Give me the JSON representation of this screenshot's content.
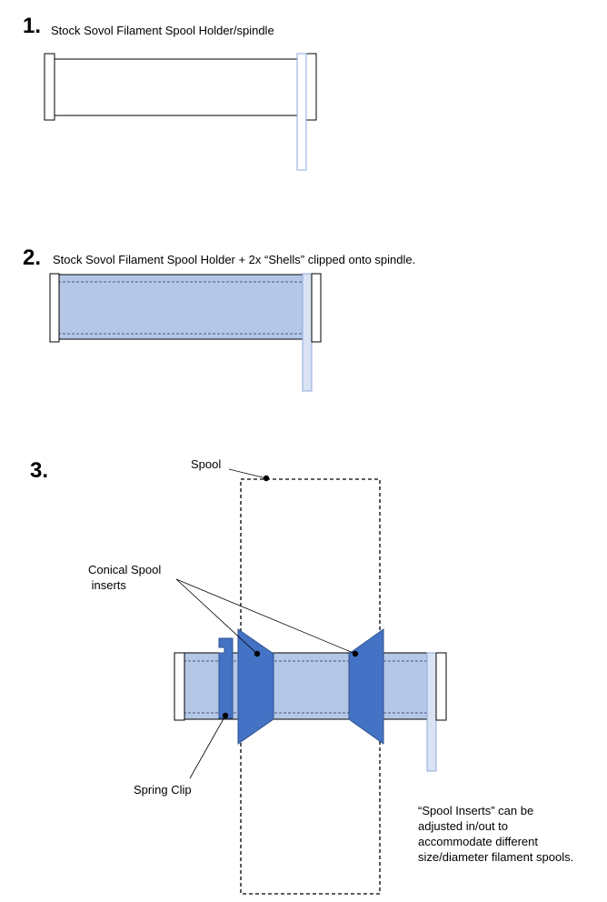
{
  "step1": {
    "number": "1.",
    "caption": "Stock Sovol Filament Spool Holder/spindle"
  },
  "step2": {
    "number": "2.",
    "caption": "Stock Sovol Filament Spool Holder + 2x “Shells” clipped onto spindle."
  },
  "step3": {
    "number": "3.",
    "labels": {
      "spool": "Spool",
      "conical_line1": "Conical Spool",
      "conical_line2": " inserts",
      "spring_clip": "Spring Clip"
    },
    "note": "“Spool Inserts” can be adjusted in/out to accommodate different size/diameter filament spools."
  },
  "colors": {
    "shell_fill": "#b4c7e7",
    "insert_fill": "#4472c4",
    "outline": "#000000",
    "stand_outline": "#8ea9db"
  },
  "icons": {
    "callout_dot": "filled-circle"
  }
}
